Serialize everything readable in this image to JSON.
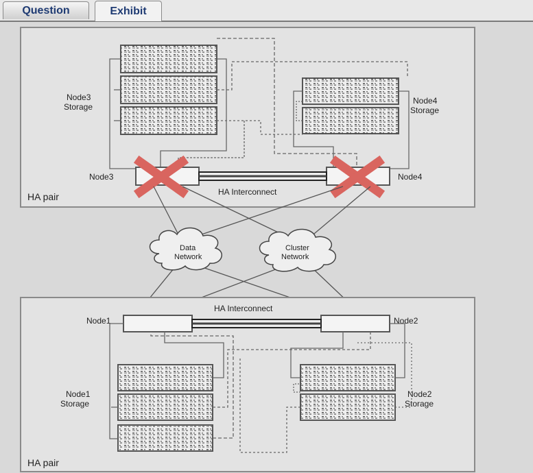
{
  "tabs": [
    {
      "label": "Question"
    },
    {
      "label": "Exhibit"
    }
  ],
  "diagram": {
    "top_group": {
      "label": "HA pair",
      "interconnect": "HA Interconnect",
      "node_left": "Node3",
      "node_right": "Node4",
      "storage_left": [
        "Node3",
        "Storage"
      ],
      "storage_right": [
        "Node4",
        "Storage"
      ]
    },
    "bottom_group": {
      "label": "HA pair",
      "interconnect": "HA Interconnect",
      "node_left": "Node1",
      "node_right": "Node2",
      "storage_left": [
        "Node1",
        "Storage"
      ],
      "storage_right": [
        "Node2",
        "Storage"
      ]
    },
    "networks": {
      "data": [
        "Data",
        "Network"
      ],
      "cluster": [
        "Cluster",
        "Network"
      ]
    },
    "colors": {
      "failure_x": "#d9655f",
      "frame": "#8a8a8a",
      "panel": "#e4e4e4"
    }
  }
}
